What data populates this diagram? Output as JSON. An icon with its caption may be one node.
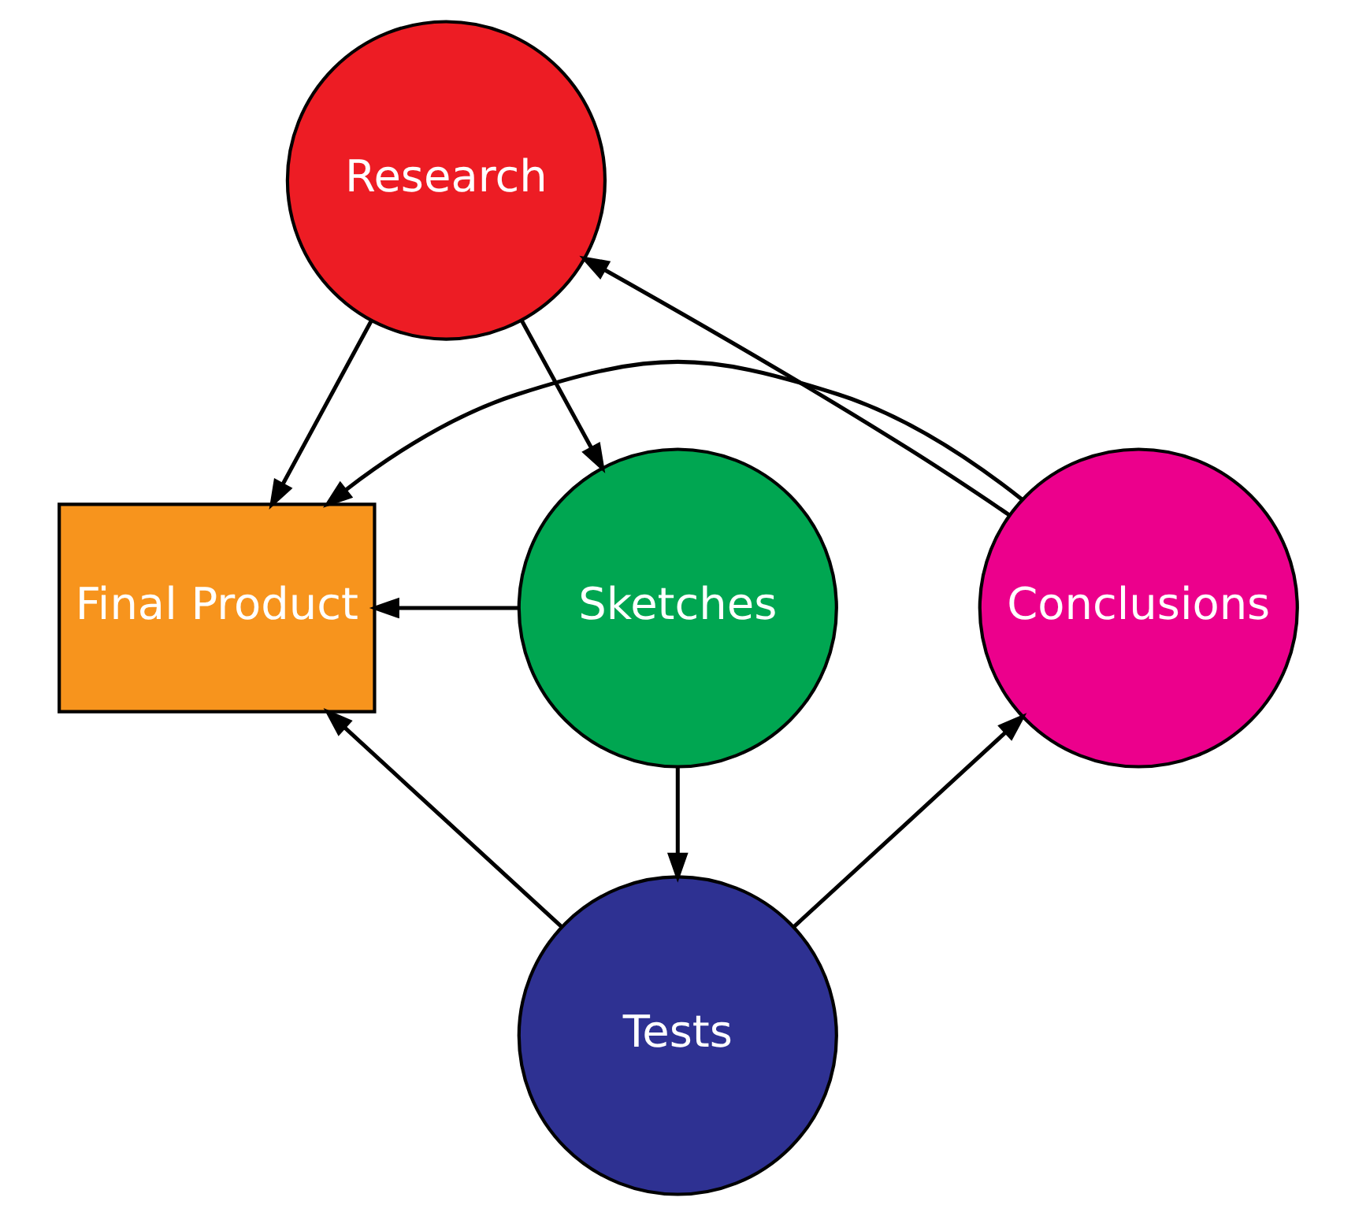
{
  "diagram": {
    "nodes": [
      {
        "text": [
          "Research"
        ]
      },
      {
        "text": [
          "Conclusions"
        ]
      },
      {
        "text": [
          "Final Product"
        ]
      },
      {
        "text": [
          "Sketches"
        ]
      },
      {
        "text": [
          "Tests"
        ]
      }
    ],
    "edges": [
      {
        "from": 0,
        "to": 3,
        "arrow": "to"
      },
      {
        "from": 3,
        "to": 4,
        "arrow": "to"
      },
      {
        "from": 4,
        "to": 1,
        "arrow": "to"
      },
      {
        "from": 1,
        "to": 0,
        "arrow": "to"
      },
      {
        "from": 0,
        "to": 2,
        "arrow": "to"
      },
      {
        "from": 1,
        "to": 2,
        "arrow": "to"
      },
      {
        "from": 3,
        "to": 2,
        "arrow": "to"
      },
      {
        "from": 4,
        "to": 2,
        "arrow": "to"
      }
    ]
  }
}
